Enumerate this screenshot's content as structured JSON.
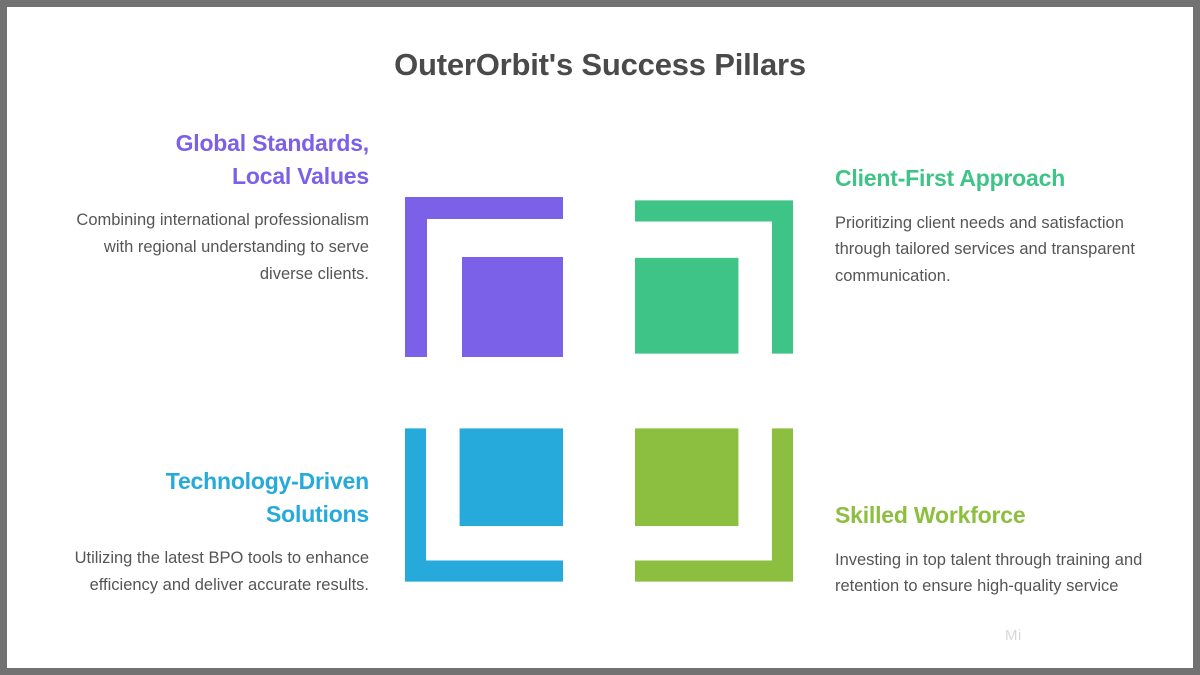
{
  "slide": {
    "title": "OuterOrbit's Success Pillars",
    "title_color": "#4a4a4a",
    "background": "#ffffff",
    "frame_color": "#727272",
    "watermark": "Mi"
  },
  "pillars": [
    {
      "id": "global-standards-local-values",
      "heading_line1": "Global Standards,",
      "heading_line2": "Local Values",
      "heading": "Global Standards, Local Values",
      "body": "Combining international professionalism with regional understanding to serve diverse clients.",
      "color": "#7B61E8",
      "icon": "bracket-top-left-square-bottom-right-icon",
      "position": "top-left",
      "text_align": "right"
    },
    {
      "id": "client-first-approach",
      "heading_line1": "Client-First Approach",
      "heading_line2": "",
      "heading": "Client-First Approach",
      "body": "Prioritizing client needs and satisfaction through tailored services and transparent communication.",
      "color": "#3EC487",
      "icon": "bracket-top-right-square-bottom-left-icon",
      "position": "top-right",
      "text_align": "left"
    },
    {
      "id": "technology-driven-solutions",
      "heading_line1": "Technology-Driven",
      "heading_line2": "Solutions",
      "heading": "Technology-Driven Solutions",
      "body": "Utilizing the latest BPO tools to enhance efficiency and deliver accurate results.",
      "color": "#26A9DB",
      "icon": "bracket-bottom-left-square-top-right-icon",
      "position": "bottom-left",
      "text_align": "right"
    },
    {
      "id": "skilled-workforce",
      "heading_line1": "Skilled Workforce",
      "heading_line2": "",
      "heading": "Skilled Workforce",
      "body": "Investing in top talent through training and retention to ensure high-quality service",
      "color": "#8CBF3F",
      "icon": "bracket-bottom-right-square-top-left-icon",
      "position": "bottom-right",
      "text_align": "left"
    }
  ]
}
